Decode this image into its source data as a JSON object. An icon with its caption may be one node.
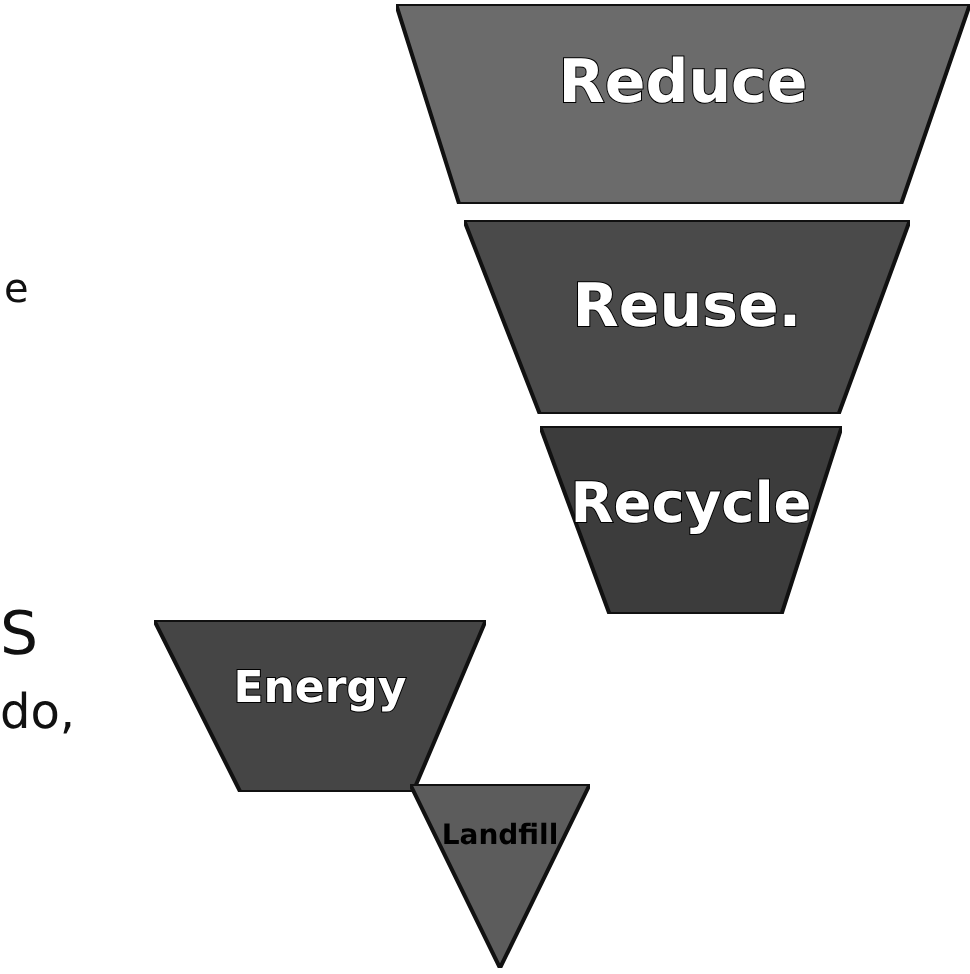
{
  "diagram": {
    "nodes": [
      {
        "text": [
          "Reduce"
        ]
      },
      {
        "text": [
          "Reuse."
        ]
      },
      {
        "text": [
          "Recycle"
        ]
      },
      {
        "text": [
          "Energy"
        ]
      },
      {
        "text": [
          "Landfill"
        ]
      }
    ],
    "labels": [
      "e",
      "S",
      "do,"
    ]
  }
}
